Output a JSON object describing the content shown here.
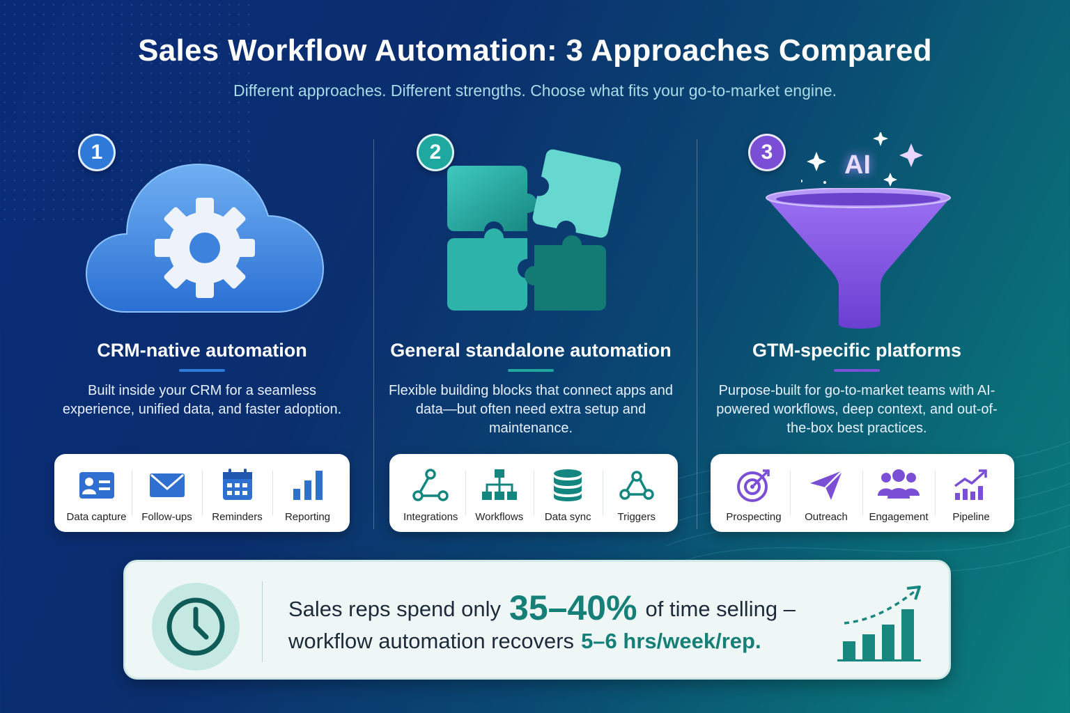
{
  "title": "Sales Workflow Automation: 3 Approaches Compared",
  "subtitle": "Different approaches. Different strengths. Choose what fits your go-to-market engine.",
  "colors": {
    "blue": "#2f7ad8",
    "teal": "#1ea89f",
    "purple": "#7a4fd6",
    "stat_green": "#157f78"
  },
  "columns": [
    {
      "number": "1",
      "title": "CRM-native automation",
      "description": "Built inside your CRM for a seamless experience, unified data, and faster adoption.",
      "hero_icon": "cloud-gear-icon",
      "features": [
        {
          "label": "Data capture",
          "icon": "contact-card-icon"
        },
        {
          "label": "Follow-ups",
          "icon": "envelope-icon"
        },
        {
          "label": "Reminders",
          "icon": "calendar-icon"
        },
        {
          "label": "Reporting",
          "icon": "bar-chart-icon"
        }
      ]
    },
    {
      "number": "2",
      "title": "General standalone automation",
      "description": "Flexible building blocks that connect apps and data—but often need extra setup and maintenance.",
      "hero_icon": "puzzle-pieces-icon",
      "features": [
        {
          "label": "Integrations",
          "icon": "nodes-icon"
        },
        {
          "label": "Workflows",
          "icon": "hierarchy-icon"
        },
        {
          "label": "Data sync",
          "icon": "database-icon"
        },
        {
          "label": "Triggers",
          "icon": "webhook-icon"
        }
      ]
    },
    {
      "number": "3",
      "title": "GTM-specific platforms",
      "description": "Purpose-built for go-to-market teams with AI-powered workflows, deep context, and out-of-the-box best practices.",
      "hero_icon": "ai-funnel-icon",
      "hero_text": "AI",
      "features": [
        {
          "label": "Prospecting",
          "icon": "target-icon"
        },
        {
          "label": "Outreach",
          "icon": "paper-plane-icon"
        },
        {
          "label": "Engagement",
          "icon": "people-group-icon"
        },
        {
          "label": "Pipeline",
          "icon": "growth-chart-icon"
        }
      ]
    }
  ],
  "stat": {
    "line1_pre": "Sales reps spend only",
    "line1_big": "35–40%",
    "line1_post": "of time selling –",
    "line2_pre": "workflow automation recovers",
    "line2_highlight": "5–6 hrs/week/rep.",
    "icon": "clock-icon",
    "chart_icon": "growth-bars-icon"
  }
}
